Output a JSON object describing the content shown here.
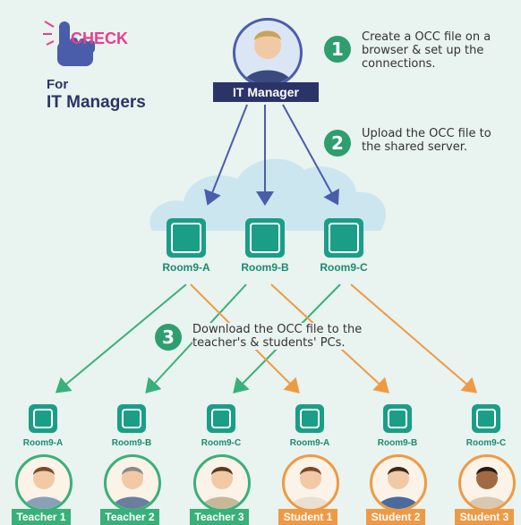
{
  "badge": {
    "check": "CHECK",
    "for": "For",
    "audience": "IT Managers"
  },
  "manager": {
    "label": "IT Manager"
  },
  "steps": [
    {
      "num": "1",
      "lines": [
        "Create a OCC file on a",
        "browser & set up the",
        "connections."
      ]
    },
    {
      "num": "2",
      "lines": [
        "Upload the OCC file to",
        "the shared server."
      ]
    },
    {
      "num": "3",
      "lines": [
        "Download the OCC file to the",
        "teacher's & students' PCs."
      ]
    }
  ],
  "server_rooms": [
    "Room9-A",
    "Room9-B",
    "Room9-C"
  ],
  "endpoints": [
    {
      "room": "Room9-A",
      "person": "Teacher 1",
      "group": "teacher"
    },
    {
      "room": "Room9-B",
      "person": "Teacher 2",
      "group": "teacher"
    },
    {
      "room": "Room9-C",
      "person": "Teacher 3",
      "group": "teacher"
    },
    {
      "room": "Room9-A",
      "person": "Student 1",
      "group": "student"
    },
    {
      "room": "Room9-B",
      "person": "Student 2",
      "group": "student"
    },
    {
      "room": "Room9-C",
      "person": "Student 3",
      "group": "student"
    }
  ],
  "colors": {
    "teacher": "#39b07a",
    "student": "#ee9a45",
    "manager_arrow": "#4a5dab",
    "icon": "#1a9e88",
    "navy": "#2b3467",
    "check_pink": "#e83e8c"
  }
}
